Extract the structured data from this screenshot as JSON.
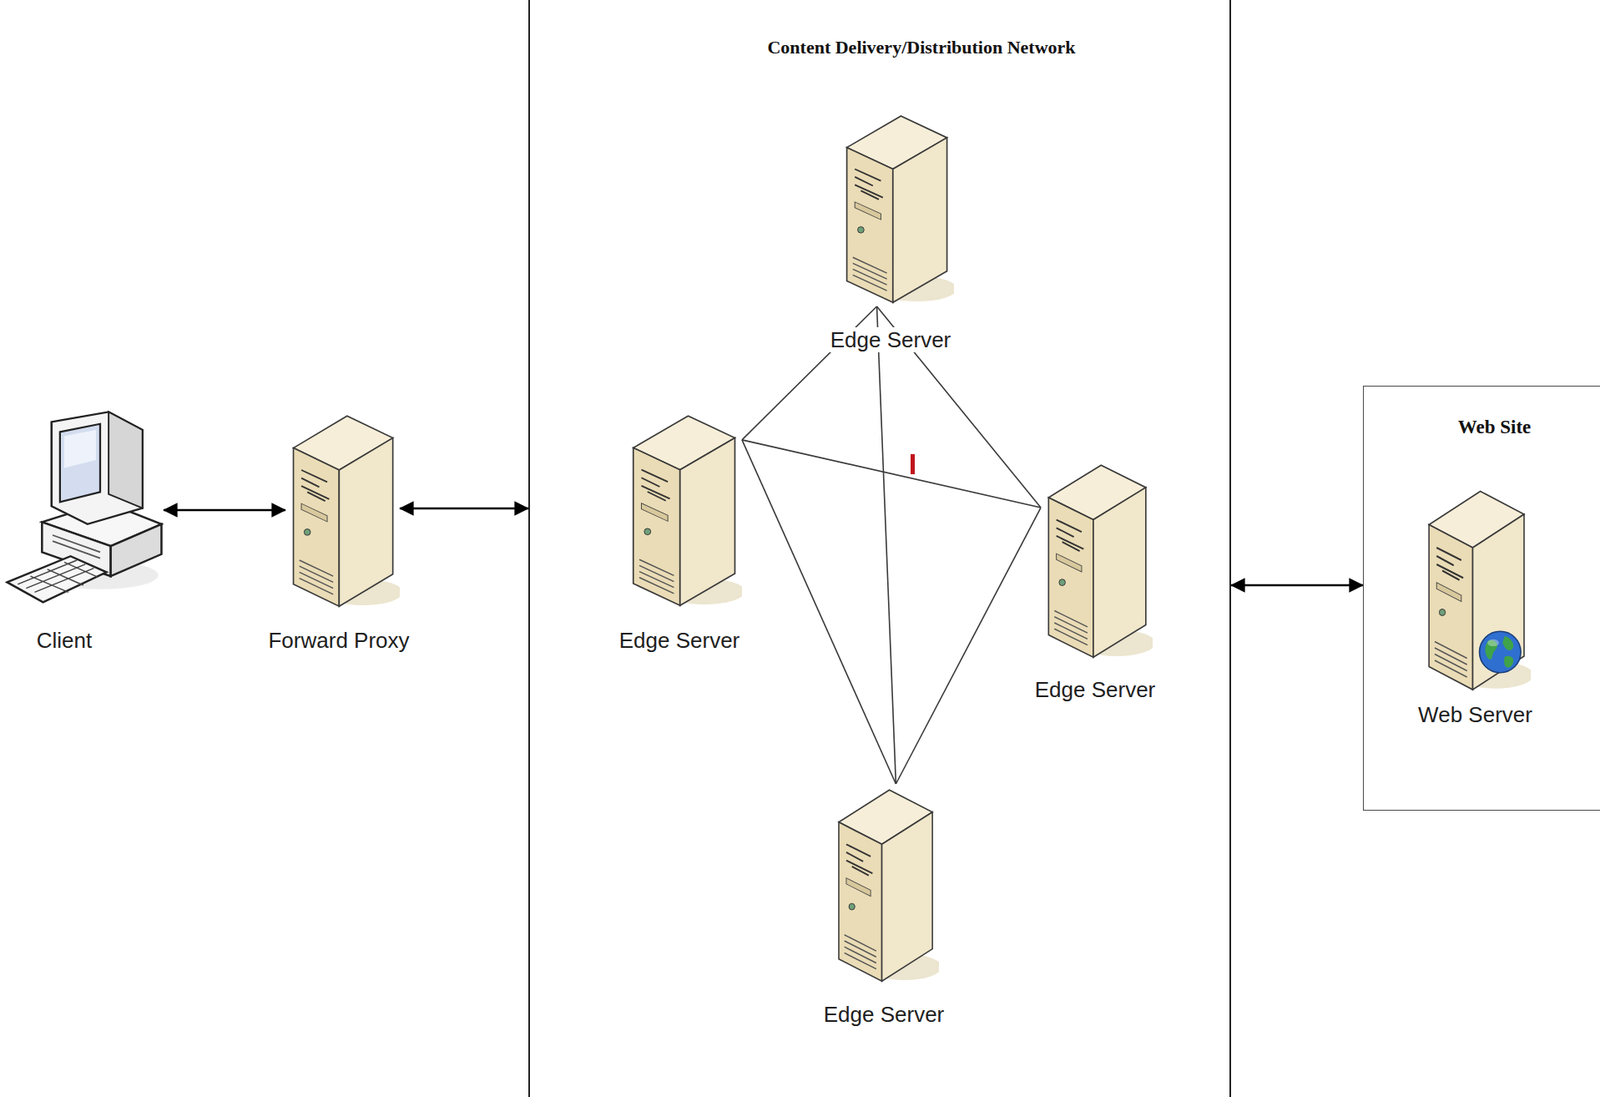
{
  "diagram": {
    "nodes": [
      {
        "text": [
          "Client"
        ]
      },
      {
        "text": [
          "Forward Proxy"
        ]
      },
      {
        "text": [
          "Content Delivery/Distribution Network"
        ]
      },
      {
        "text": [
          "Edge Server"
        ],
        "in": 2
      },
      {
        "text": [
          "Edge Server"
        ],
        "in": 2
      },
      {
        "text": [
          "Edge Server"
        ],
        "in": 2
      },
      {
        "text": [
          "Edge Server"
        ],
        "in": 2
      },
      {
        "text": [
          "Web Site"
        ]
      },
      {
        "text": [
          "Web Server"
        ],
        "in": 7
      }
    ],
    "edges": [
      {
        "from": 0,
        "to": 1,
        "arrow": "both"
      },
      {
        "from": 1,
        "to": 2,
        "arrow": "both"
      },
      {
        "from": 2,
        "to": 7,
        "arrow": "both"
      },
      {
        "from": 3,
        "to": 4,
        "arrow": "none"
      },
      {
        "from": 3,
        "to": 5,
        "arrow": "none"
      },
      {
        "from": 3,
        "to": 6,
        "arrow": "none"
      },
      {
        "from": 4,
        "to": 5,
        "arrow": "none"
      },
      {
        "from": 4,
        "to": 6,
        "arrow": "none"
      },
      {
        "from": 5,
        "to": 6,
        "arrow": "none"
      }
    ]
  }
}
